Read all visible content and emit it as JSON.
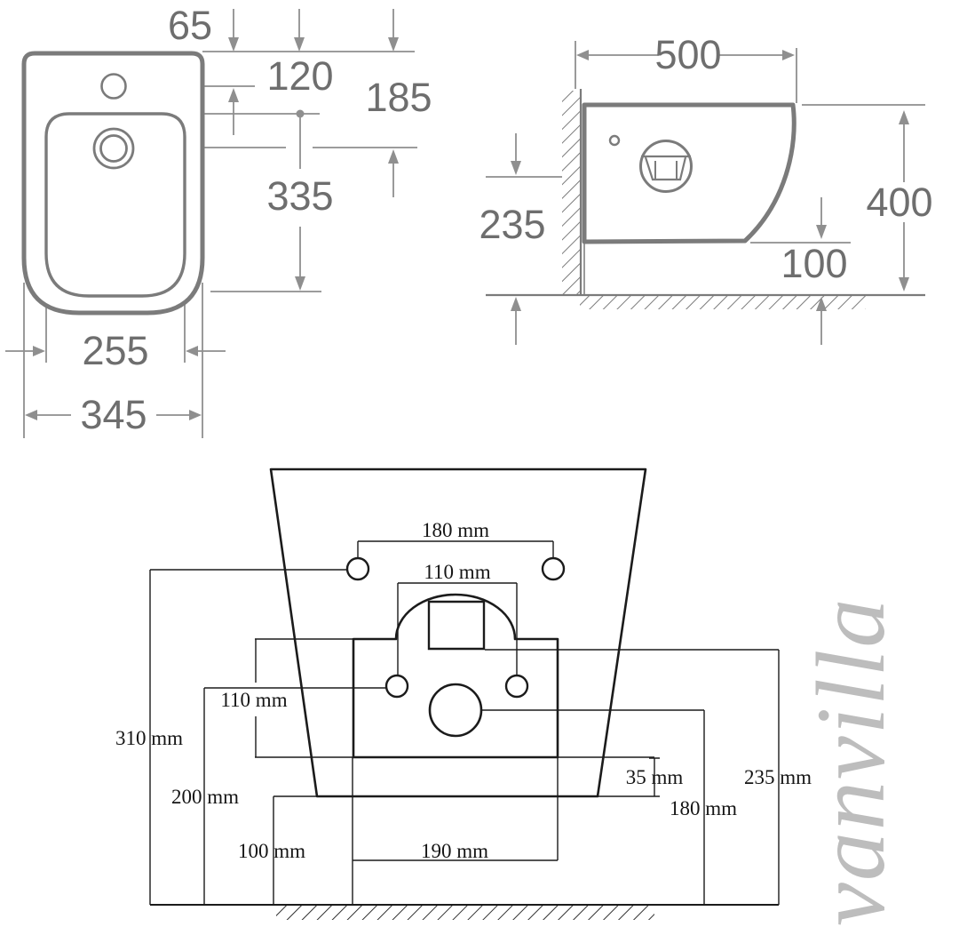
{
  "document": {
    "type": "technical-dimension-drawing",
    "subject": "wall-hung bidet installation dimensions",
    "units_note": "mm"
  },
  "colors": {
    "background": "#ffffff",
    "gray_outline": "#7b7b7b",
    "gray_dimension": "#8f8f8f",
    "gray_label": "#6e6e6e",
    "black_line": "#1b1b1b",
    "watermark_gray": "#bdbdbd"
  },
  "top_view": {
    "labels": {
      "tap_from_top": "65",
      "rim_from_top": "120",
      "drain_from_top": "185",
      "bowl_depth": "335",
      "bowl_width": "255",
      "overall_width": "345"
    }
  },
  "side_view": {
    "labels": {
      "depth": "500",
      "drain_height": "235",
      "total_height": "400",
      "floor_clearance": "100"
    }
  },
  "rear_view": {
    "labels": {
      "upper_holes_spacing": "180 mm",
      "lower_holes_spacing": "110 mm",
      "plate_height": "110 mm",
      "upper_holes_to_floor": "310 mm",
      "lower_holes_to_floor": "200 mm",
      "body_to_floor": "100 mm",
      "plate_width": "190 mm",
      "plate_to_body_bottom": "35 mm",
      "drain_to_floor": "180 mm",
      "cutout_to_floor": "235 mm"
    }
  },
  "watermark": {
    "text": "vanvilla"
  }
}
